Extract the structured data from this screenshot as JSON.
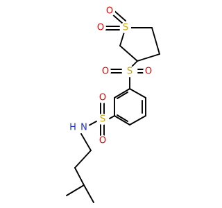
{
  "molecule": {
    "atoms": [
      {
        "id": "S1",
        "label": "S",
        "element": "S"
      },
      {
        "id": "O1",
        "label": "O",
        "element": "O"
      },
      {
        "id": "O2",
        "label": "O",
        "element": "O"
      },
      {
        "id": "S2",
        "label": "S",
        "element": "S"
      },
      {
        "id": "O3",
        "label": "O",
        "element": "O"
      },
      {
        "id": "O4",
        "label": "O",
        "element": "O"
      },
      {
        "id": "S3",
        "label": "S",
        "element": "S"
      },
      {
        "id": "O5",
        "label": "O",
        "element": "O"
      },
      {
        "id": "O6",
        "label": "O",
        "element": "O"
      },
      {
        "id": "N1",
        "label": "N",
        "element": "N"
      },
      {
        "id": "H1",
        "label": "H",
        "element": "H"
      }
    ],
    "colors": {
      "S": "#c8a800",
      "O": "#e00000",
      "N": "#2030d0",
      "bond": "#000000"
    }
  }
}
